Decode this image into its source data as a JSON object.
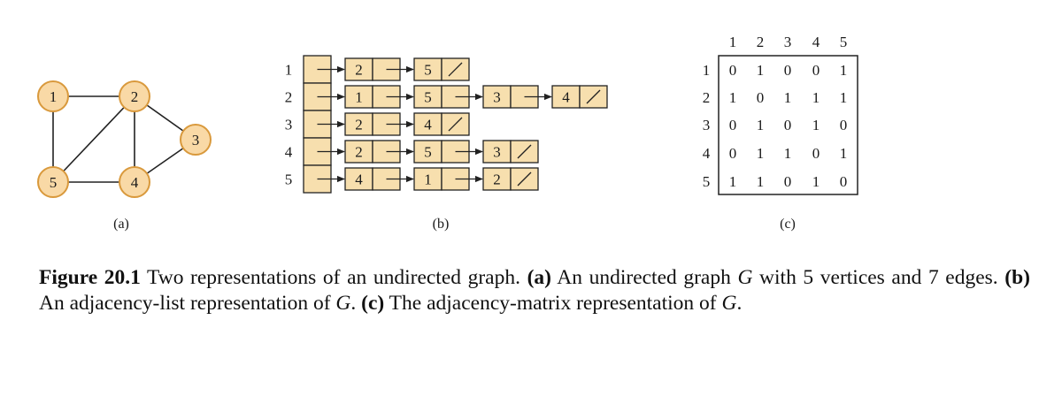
{
  "colors": {
    "node_fill": "#f9d9a6",
    "node_stroke": "#d9993c",
    "cell_fill": "#f7dfae",
    "line": "#222222"
  },
  "graph": {
    "label": "(a)",
    "nodes": [
      "1",
      "2",
      "3",
      "4",
      "5"
    ],
    "edges": [
      [
        "1",
        "2"
      ],
      [
        "1",
        "5"
      ],
      [
        "2",
        "5"
      ],
      [
        "2",
        "3"
      ],
      [
        "2",
        "4"
      ],
      [
        "3",
        "4"
      ],
      [
        "4",
        "5"
      ]
    ]
  },
  "adjacency_list": {
    "label": "(b)",
    "rows": [
      {
        "vertex": "1",
        "neighbors": [
          "2",
          "5"
        ]
      },
      {
        "vertex": "2",
        "neighbors": [
          "1",
          "5",
          "3",
          "4"
        ]
      },
      {
        "vertex": "3",
        "neighbors": [
          "2",
          "4"
        ]
      },
      {
        "vertex": "4",
        "neighbors": [
          "2",
          "5",
          "3"
        ]
      },
      {
        "vertex": "5",
        "neighbors": [
          "4",
          "1",
          "2"
        ]
      }
    ]
  },
  "adjacency_matrix": {
    "label": "(c)",
    "headers": [
      "1",
      "2",
      "3",
      "4",
      "5"
    ],
    "rows": [
      [
        "0",
        "1",
        "0",
        "0",
        "1"
      ],
      [
        "1",
        "0",
        "1",
        "1",
        "1"
      ],
      [
        "0",
        "1",
        "0",
        "1",
        "0"
      ],
      [
        "0",
        "1",
        "1",
        "0",
        "1"
      ],
      [
        "1",
        "1",
        "0",
        "1",
        "0"
      ]
    ]
  },
  "caption": {
    "figure_label": "Figure 20.1",
    "text_1": " Two representations of an undirected graph. ",
    "part_a_label": "(a)",
    "text_2": " An undirected graph ",
    "graph_symbol": "G",
    "text_3": " with 5 vertices and 7 edges. ",
    "part_b_label": "(b)",
    "text_4": " An adjacency-list representation of ",
    "graph_symbol_2": "G",
    "text_5": ". ",
    "part_c_label": "(c)",
    "text_6": " The adjacency-matrix representation of ",
    "graph_symbol_3": "G",
    "text_7": "."
  }
}
